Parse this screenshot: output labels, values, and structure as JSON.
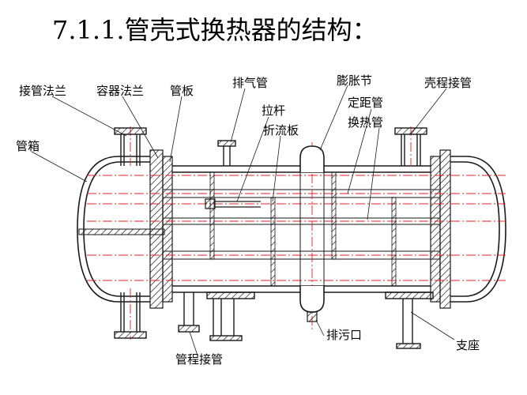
{
  "title": "7.1.1.管壳式换热器的结构：",
  "colors": {
    "outline": "#1a1a1a",
    "hatch": "#1a1a1a",
    "centerline": "#e02020",
    "tube": "#444444",
    "background": "#ffffff"
  },
  "labels": {
    "tube_flange": "接管法兰",
    "vessel_flange": "容器法兰",
    "tube_sheet": "管板",
    "vent_pipe": "排气管",
    "tie_rod": "拉杆",
    "baffle": "折流板",
    "expansion_joint": "膨胀节",
    "spacer_tube": "定距管",
    "heat_exchange_tube": "换热管",
    "shell_nozzle": "壳程接管",
    "tube_box": "管箱",
    "drain_outlet": "排污口",
    "tube_nozzle": "管程接管",
    "support": "支座"
  }
}
